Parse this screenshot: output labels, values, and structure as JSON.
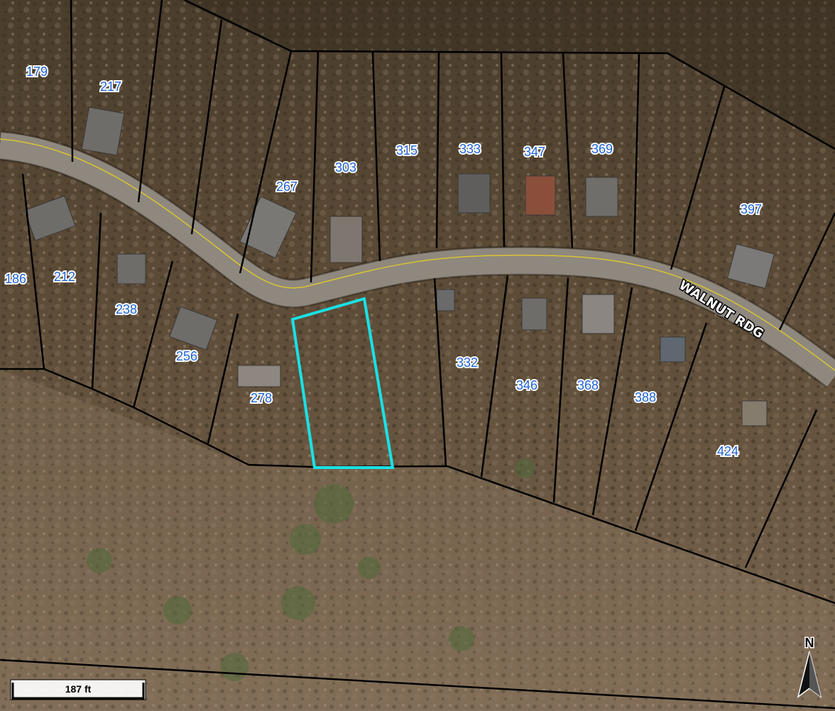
{
  "map": {
    "road_name": "WALNUT RDG",
    "scale_label": "187 ft",
    "north_label": "N",
    "highlight_color": "#19e1e6",
    "parcel_line_color": "#000000",
    "label_color": "#1e63d6",
    "parcels_north": [
      "179",
      "217",
      "267",
      "303",
      "315",
      "333",
      "347",
      "369",
      "397"
    ],
    "parcels_south": [
      "186",
      "212",
      "238",
      "256",
      "278",
      "332",
      "346",
      "368",
      "388",
      "424"
    ]
  }
}
